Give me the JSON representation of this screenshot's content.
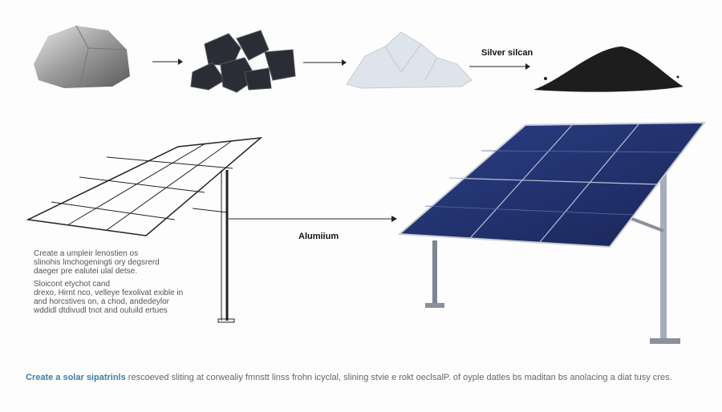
{
  "labels": {
    "silver_silicon": "Silver silcan",
    "aluminum": "Alumiium"
  },
  "notes": {
    "paragraph1": [
      "Create a umpleir lenostien os",
      "slinohis lmchogeningti ory degsrerd",
      "daeger pre ealutei ulal detse."
    ],
    "paragraph2": [
      "Sloicont etychot cand",
      "drexo, Hirnt nco, velleye fexolivat exible in",
      "and horcstives on, a chod, andedeylor",
      "wddidl dtdivudl tnot and ouluild ertues"
    ]
  },
  "caption": {
    "highlight": "Create a solar sipatrinls",
    "rest": " rescoeved sliting at corwealiy fmnstt linss frohn icyclal, slining stvie e rokt oeclsalP. of oyple datles bs maditan bs anolacing a diat tusy cres."
  },
  "colors": {
    "panel_blue": "#1e2f6b",
    "frame_gray": "#a7adb8",
    "caption_accent": "#3a7fa8"
  }
}
